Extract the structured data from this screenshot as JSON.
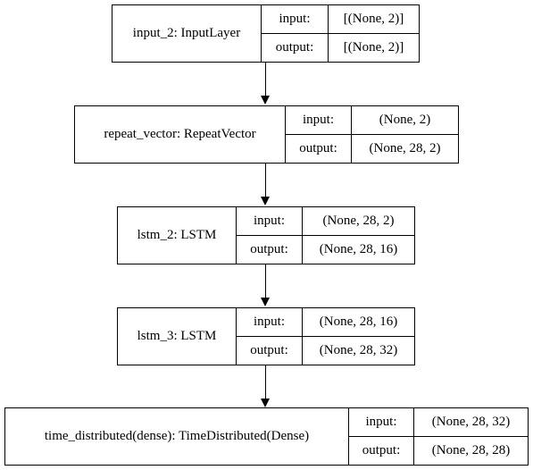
{
  "nodes": [
    {
      "name": "input_2: InputLayer",
      "input_label": "input:",
      "output_label": "output:",
      "input_value": "[(None, 2)]",
      "output_value": "[(None, 2)]"
    },
    {
      "name": "repeat_vector: RepeatVector",
      "input_label": "input:",
      "output_label": "output:",
      "input_value": "(None, 2)",
      "output_value": "(None, 28, 2)"
    },
    {
      "name": "lstm_2: LSTM",
      "input_label": "input:",
      "output_label": "output:",
      "input_value": "(None, 28, 2)",
      "output_value": "(None, 28, 16)"
    },
    {
      "name": "lstm_3: LSTM",
      "input_label": "input:",
      "output_label": "output:",
      "input_value": "(None, 28, 16)",
      "output_value": "(None, 28, 32)"
    },
    {
      "name": "time_distributed(dense): TimeDistributed(Dense)",
      "input_label": "input:",
      "output_label": "output:",
      "input_value": "(None, 28, 32)",
      "output_value": "(None, 28, 28)"
    }
  ]
}
